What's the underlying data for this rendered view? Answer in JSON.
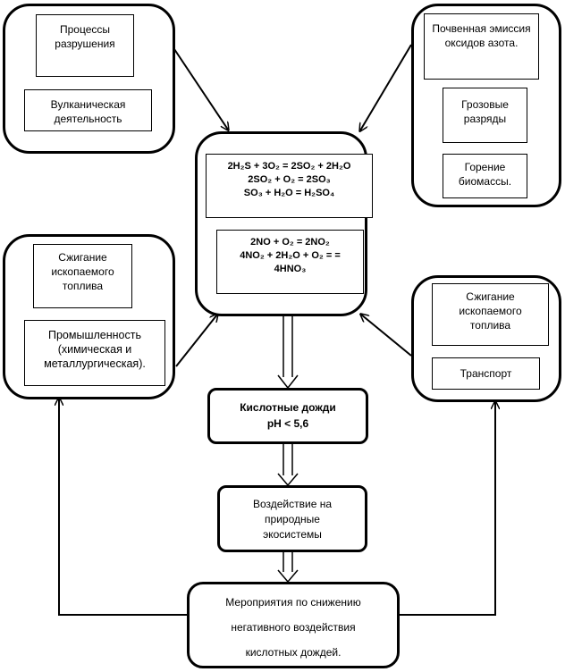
{
  "top_left": {
    "process": "Процессы разрушения",
    "volcanic": "Вулканическая деятельность"
  },
  "top_right": {
    "soil": "Почвенная эмиссия оксидов азота.",
    "lightning": "Грозовые разряды",
    "biomass": "Горение биомассы."
  },
  "center": {
    "sulfur_reactions": {
      "line1": "2H₂S + 3O₂ = 2SO₂ + 2H₂O",
      "line2": "2SO₂ + O₂ = 2SO₃",
      "line3": "SO₃ + H₂O = H₂SO₄"
    },
    "nitrogen_reactions": {
      "line1": "2NO + O₂ = 2NO₂",
      "line2": "4NO₂ + 2H₂O + O₂ = = 4HNO₃"
    }
  },
  "mid_left": {
    "fuel": "Сжигание ископаемого топлива",
    "industry": "Промышленность (химическая и металлургическая)."
  },
  "mid_right": {
    "fuel": "Сжигание ископаемого топлива",
    "transport": "Транспорт"
  },
  "acid_rain": {
    "line1": "Кислотные дожди",
    "line2": "pH < 5,6"
  },
  "impact": "Воздействие на природные экосистемы",
  "measures": {
    "line1": "Мероприятия по снижению",
    "line2": "негативного воздействия",
    "line3": "кислотных дождей."
  }
}
